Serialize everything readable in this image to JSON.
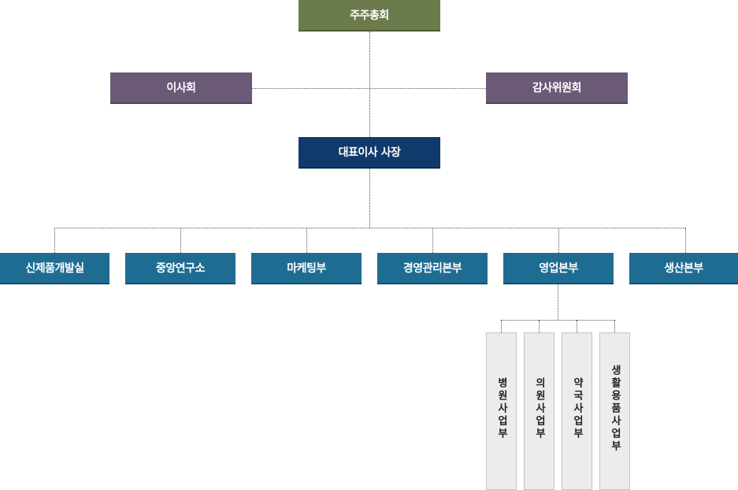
{
  "colors": {
    "shareholders": "#6b7b4c",
    "board": "#6a5a76",
    "ceo": "#0f3a6b",
    "department": "#1f6c93",
    "sub_unit_bg": "#ececec",
    "connector": "#555555"
  },
  "top": {
    "shareholders": "주주총회",
    "board": "이사회",
    "audit_committee": "감사위원회",
    "ceo": "대표이사 사장"
  },
  "departments": [
    "신제품개발실",
    "중앙연구소",
    "마케팅부",
    "경영관리본부",
    "영업본부",
    "생산본부"
  ],
  "sales_units": [
    "병원사업부",
    "의원사업부",
    "약국사업부",
    "생활용품사업부"
  ]
}
